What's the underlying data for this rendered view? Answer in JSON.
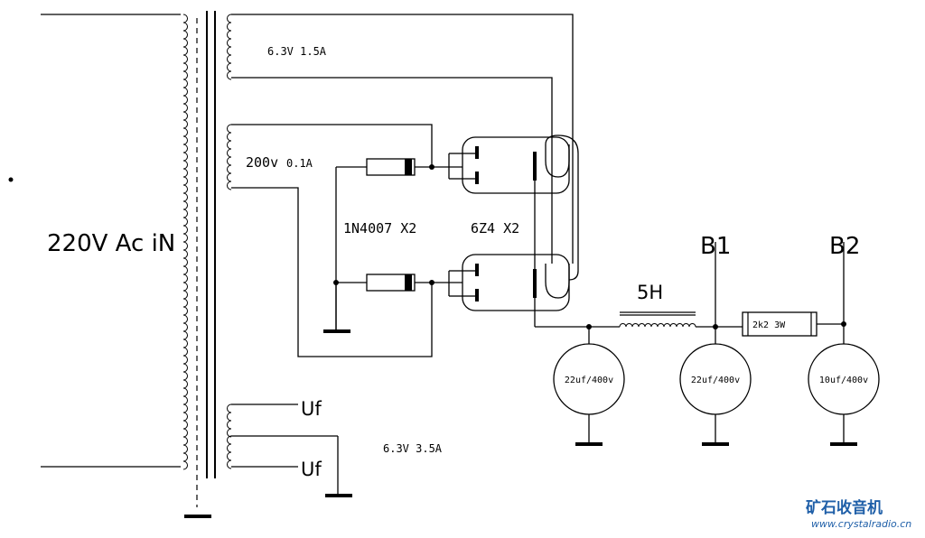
{
  "diagram": {
    "primary_label": "220V Ac iN",
    "hv_winding_label": "200v",
    "hv_winding_current": "0.1A",
    "heater_winding_label": "6.3V 1.5A",
    "filament_winding_label": "6.3V 3.5A",
    "filament_tap_top": "Uf",
    "filament_tap_bottom": "Uf",
    "diode_label": "1N4007 X2",
    "tube_label": "6Z4 X2",
    "choke_label": "5H",
    "resistor_label": "2k2 3W",
    "cap1_label": "22uf/400v",
    "cap2_label": "22uf/400v",
    "cap3_label": "10uf/400v",
    "node_b1": "B1",
    "node_b2": "B2"
  },
  "watermark": {
    "title": "矿石收音机",
    "url": "www.crystalradio.cn",
    "color": "#1f5fa8"
  }
}
